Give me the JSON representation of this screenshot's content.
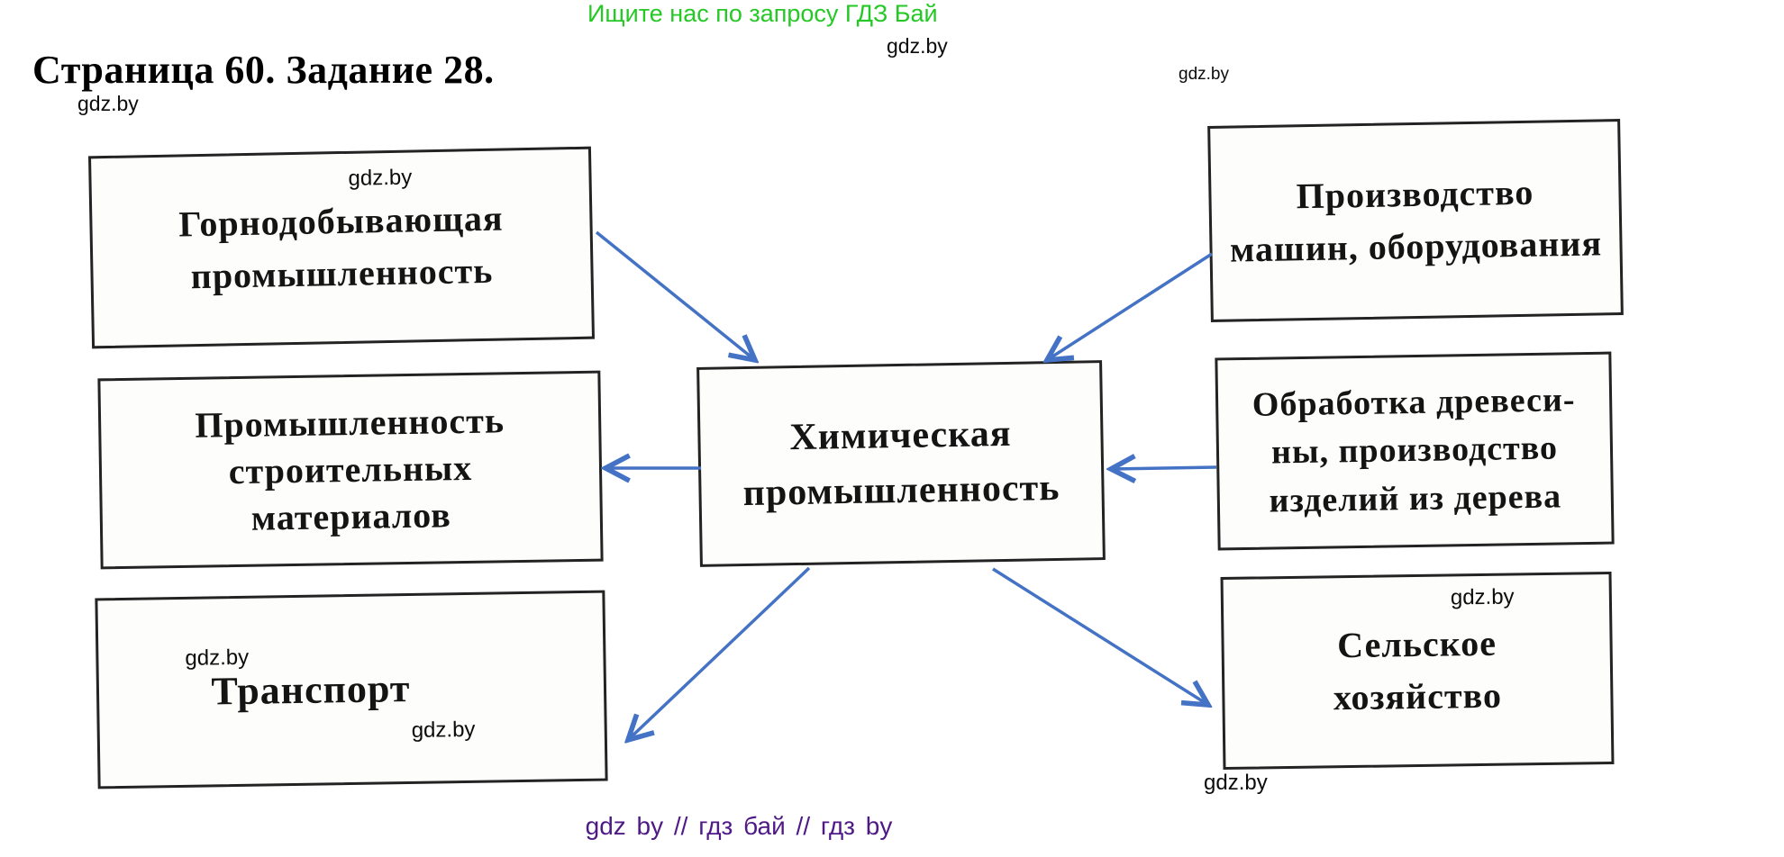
{
  "page": {
    "promo_top": "Ищите нас по запросу ГДЗ Бай",
    "title": "Страница 60. Задание 28.",
    "watermark": "gdz.by",
    "footer": "gdz by  //  гдз бай  //  гдз by"
  },
  "colors": {
    "arrow_blue": "#4472c4",
    "promo_green": "#26c826",
    "footer_purple": "#4f1a86",
    "box_border": "#232323"
  },
  "diagram": {
    "center": {
      "id": "chemical-industry",
      "lines": [
        "Химическая",
        "промышленность"
      ]
    },
    "left": [
      {
        "id": "mining-industry",
        "lines": [
          "Горнодобывающая",
          "промышленность"
        ]
      },
      {
        "id": "construction-materials-industry",
        "lines": [
          "Промышленность",
          "строительных",
          "материалов"
        ]
      },
      {
        "id": "transport",
        "lines": [
          "Транспорт"
        ]
      }
    ],
    "right": [
      {
        "id": "machinery-production",
        "lines": [
          "Производство",
          "машин, оборудования"
        ]
      },
      {
        "id": "wood-processing",
        "lines": [
          "Обработка древеси-",
          "ны, производство",
          "изделий из дерева"
        ]
      },
      {
        "id": "agriculture",
        "lines": [
          "Сельское",
          "хозяйство"
        ]
      }
    ],
    "relations": [
      {
        "from": "mining-industry",
        "to": "chemical-industry"
      },
      {
        "from": "machinery-production",
        "to": "chemical-industry"
      },
      {
        "from": "wood-processing",
        "to": "chemical-industry"
      },
      {
        "from": "chemical-industry",
        "to": "construction-materials-industry"
      },
      {
        "from": "chemical-industry",
        "to": "transport"
      },
      {
        "from": "chemical-industry",
        "to": "agriculture"
      }
    ]
  }
}
